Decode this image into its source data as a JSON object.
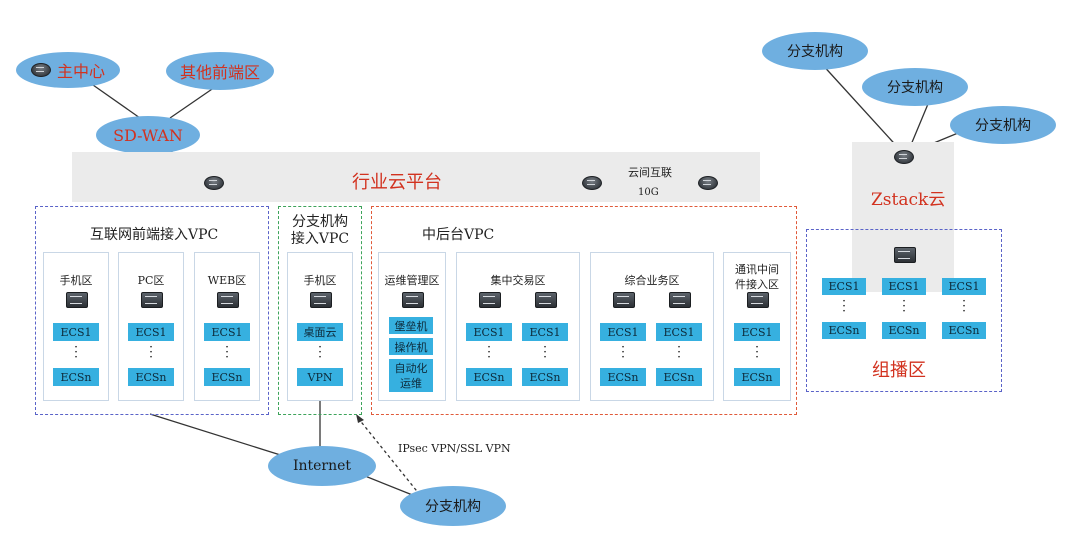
{
  "colors": {
    "ellipse": "#6fafe0",
    "ecs": "#36b0e0",
    "title_red": "#d2321f",
    "dash_blue": "#5a63c8",
    "dash_green": "#3da35a",
    "dash_red": "#e05a3a"
  },
  "wan": {
    "main_center": "主中心",
    "other_frontend": "其他前端区",
    "sdwan": "SD-WAN"
  },
  "branches_top": [
    "分支机构",
    "分支机构",
    "分支机构"
  ],
  "platform": {
    "title": "行业云平台",
    "interconnect": "云间互联",
    "bandwidth": "10G"
  },
  "zstack": {
    "title": "Zstack云"
  },
  "internet_vpc": {
    "title": "互联网前端接入VPC",
    "zones": [
      {
        "name": "手机区",
        "first": "ECS1",
        "last": "ECSn"
      },
      {
        "name": "PC区",
        "first": "ECS1",
        "last": "ECSn"
      },
      {
        "name": "WEB区",
        "first": "ECS1",
        "last": "ECSn"
      }
    ]
  },
  "branch_vpc": {
    "title_line1": "分支机构",
    "title_line2": "接入VPC",
    "zone": "手机区",
    "first": "桌面云",
    "last": "VPN"
  },
  "mid_vpc": {
    "title": "中后台VPC",
    "ops_zone": {
      "name": "运维管理区",
      "items": [
        "堡垒机",
        "操作机",
        "自动化",
        "运维"
      ]
    },
    "central_trade": {
      "name": "集中交易区",
      "first": "ECS1",
      "last": "ECSn"
    },
    "integrated": {
      "name": "综合业务区",
      "first": "ECS1",
      "last": "ECSn"
    },
    "middleware": {
      "name_line1": "通讯中间",
      "name_line2": "件接入区",
      "first": "ECS1",
      "last": "ECSn"
    }
  },
  "multicast": {
    "title": "组播区",
    "first": "ECS1",
    "last": "ECSn"
  },
  "bottom": {
    "internet": "Internet",
    "branch": "分支机构",
    "vpn": "IPsec VPN/SSL VPN"
  }
}
